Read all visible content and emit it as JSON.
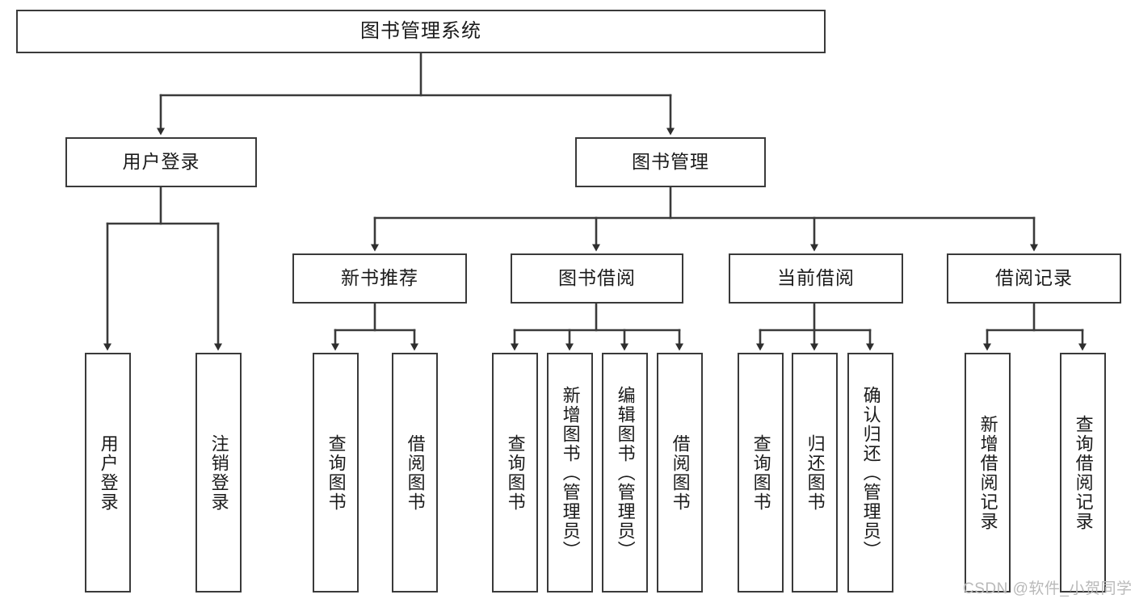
{
  "diagram": {
    "title": "图书管理系统",
    "type": "tree-hierarchy-chart",
    "colors": {
      "box_border": "#3a3a3a",
      "box_fill": "#ffffff",
      "edge": "#3a3a3a",
      "text": "#1b1b1b",
      "watermark": "#b9b9b9",
      "background": "#ffffff"
    },
    "root": {
      "label": "图书管理系统"
    },
    "level2": [
      {
        "label": "用户登录"
      },
      {
        "label": "图书管理"
      }
    ],
    "level3": [
      {
        "label": "新书推荐"
      },
      {
        "label": "图书借阅"
      },
      {
        "label": "当前借阅"
      },
      {
        "label": "借阅记录"
      }
    ],
    "leaves": {
      "user_login": [
        {
          "label": "用户登录"
        },
        {
          "label": "注销登录"
        }
      ],
      "new_book_recommend": [
        {
          "label": "查询图书"
        },
        {
          "label": "借阅图书"
        }
      ],
      "book_borrow": [
        {
          "label": "查询图书"
        },
        {
          "label": "新增图书（管理员）"
        },
        {
          "label": "编辑图书（管理员）"
        },
        {
          "label": "借阅图书"
        }
      ],
      "current_borrow": [
        {
          "label": "查询图书"
        },
        {
          "label": "归还图书"
        },
        {
          "label": "确认归还（管理员）"
        }
      ],
      "borrow_record": [
        {
          "label": "新增借阅记录"
        },
        {
          "label": "查询借阅记录"
        }
      ]
    }
  },
  "watermark": {
    "text": "CSDN @软件_小贺同学"
  }
}
